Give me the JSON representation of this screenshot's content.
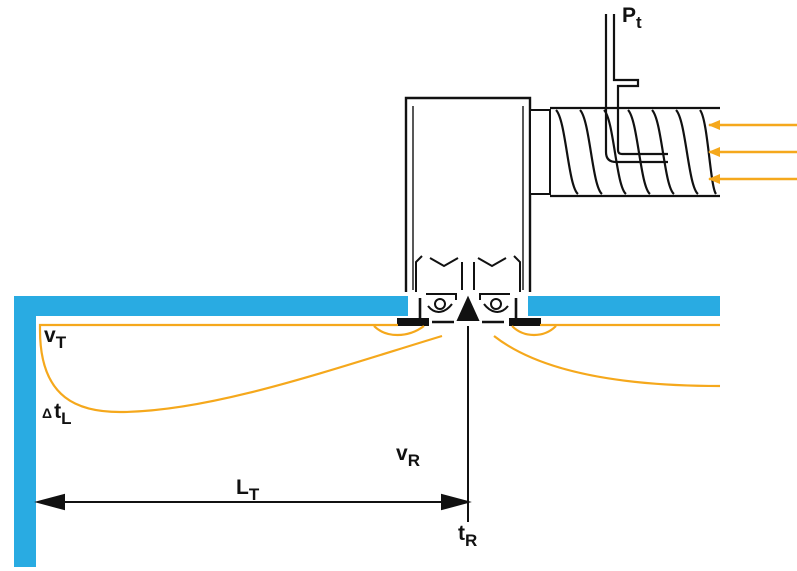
{
  "labels": {
    "pt": {
      "main": "P",
      "sub": "t"
    },
    "vt": {
      "main": "v",
      "sub": "T"
    },
    "dtl": {
      "main": "t",
      "sub": "L",
      "prefix": "Δ"
    },
    "vr": {
      "main": "v",
      "sub": "R"
    },
    "lt": {
      "main": "L",
      "sub": "T"
    },
    "tr": {
      "main": "t",
      "sub": "R"
    }
  },
  "colors": {
    "wall": "#29ABE2",
    "airflow": "#F5A81C",
    "arrows": "#F5A81C",
    "line": "#111111"
  },
  "icons": {
    "supply_air": "arrow-left-icon",
    "pitot_tube": "pitot-tube-icon",
    "diffuser": "diffuser-icon"
  }
}
